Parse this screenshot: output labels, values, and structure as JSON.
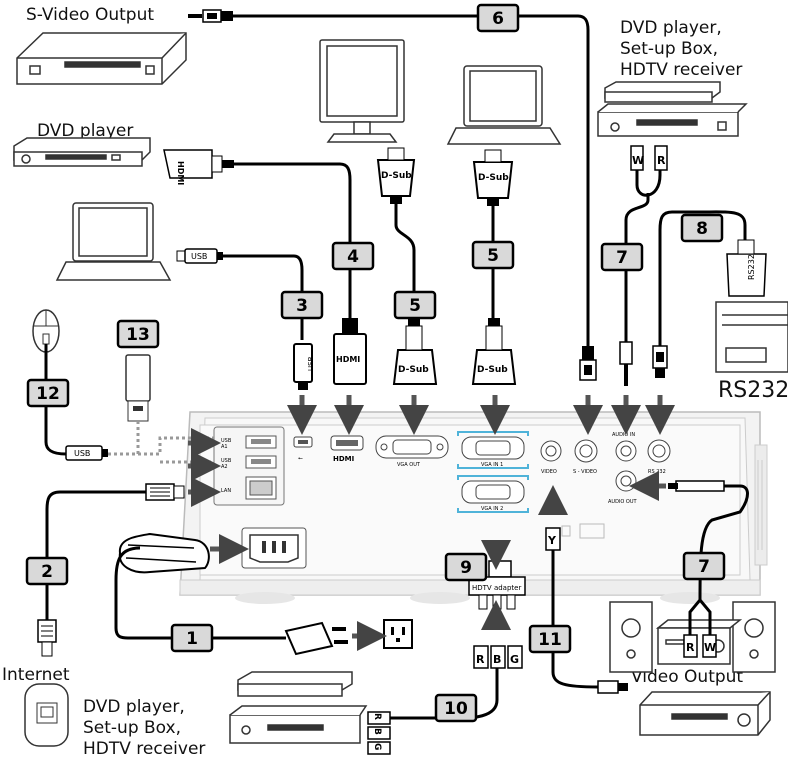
{
  "labels": {
    "svideo_output": "S-Video Output",
    "dvd_top_right": [
      "DVD player,",
      "Set-up Box,",
      "HDTV receiver"
    ],
    "dvd_player": "DVD player",
    "rs232": "RS232",
    "internet": "Internet",
    "dvd_bottom_left": [
      "DVD player,",
      "Set-up Box,",
      "HDTV receiver"
    ],
    "video_output": "Video Output"
  },
  "cable_numbers": [
    "1",
    "2",
    "3",
    "4",
    "5",
    "5",
    "6",
    "7",
    "7",
    "8",
    "9",
    "10",
    "11",
    "12",
    "13"
  ],
  "connectors": {
    "hdmi": "HDMI",
    "dsub": "D-Sub",
    "usb": "USB",
    "rs232": "RS232",
    "hdtv_adapter": "HDTV adapter",
    "w": "W",
    "r": "R",
    "b": "B",
    "g": "G",
    "y": "Y"
  },
  "ports": {
    "usb_a1": [
      "USB",
      "A1"
    ],
    "usb_a2": [
      "USB",
      "A2"
    ],
    "lan": "LAN",
    "hdmi": "HDMI",
    "vga_out": "VGA OUT",
    "vga_in_1": "VGA IN 1",
    "vga_in_2": "VGA IN 2",
    "video": "VIDEO",
    "s_video": "S - VIDEO",
    "audio_in": "AUDIO IN",
    "audio_out": "AUDIO OUT",
    "rs_232": "RS 232"
  },
  "colors": {
    "badge_fill": "#d9d9d9",
    "vga_bracket": "#4fb3d9",
    "cable": "#000000"
  }
}
